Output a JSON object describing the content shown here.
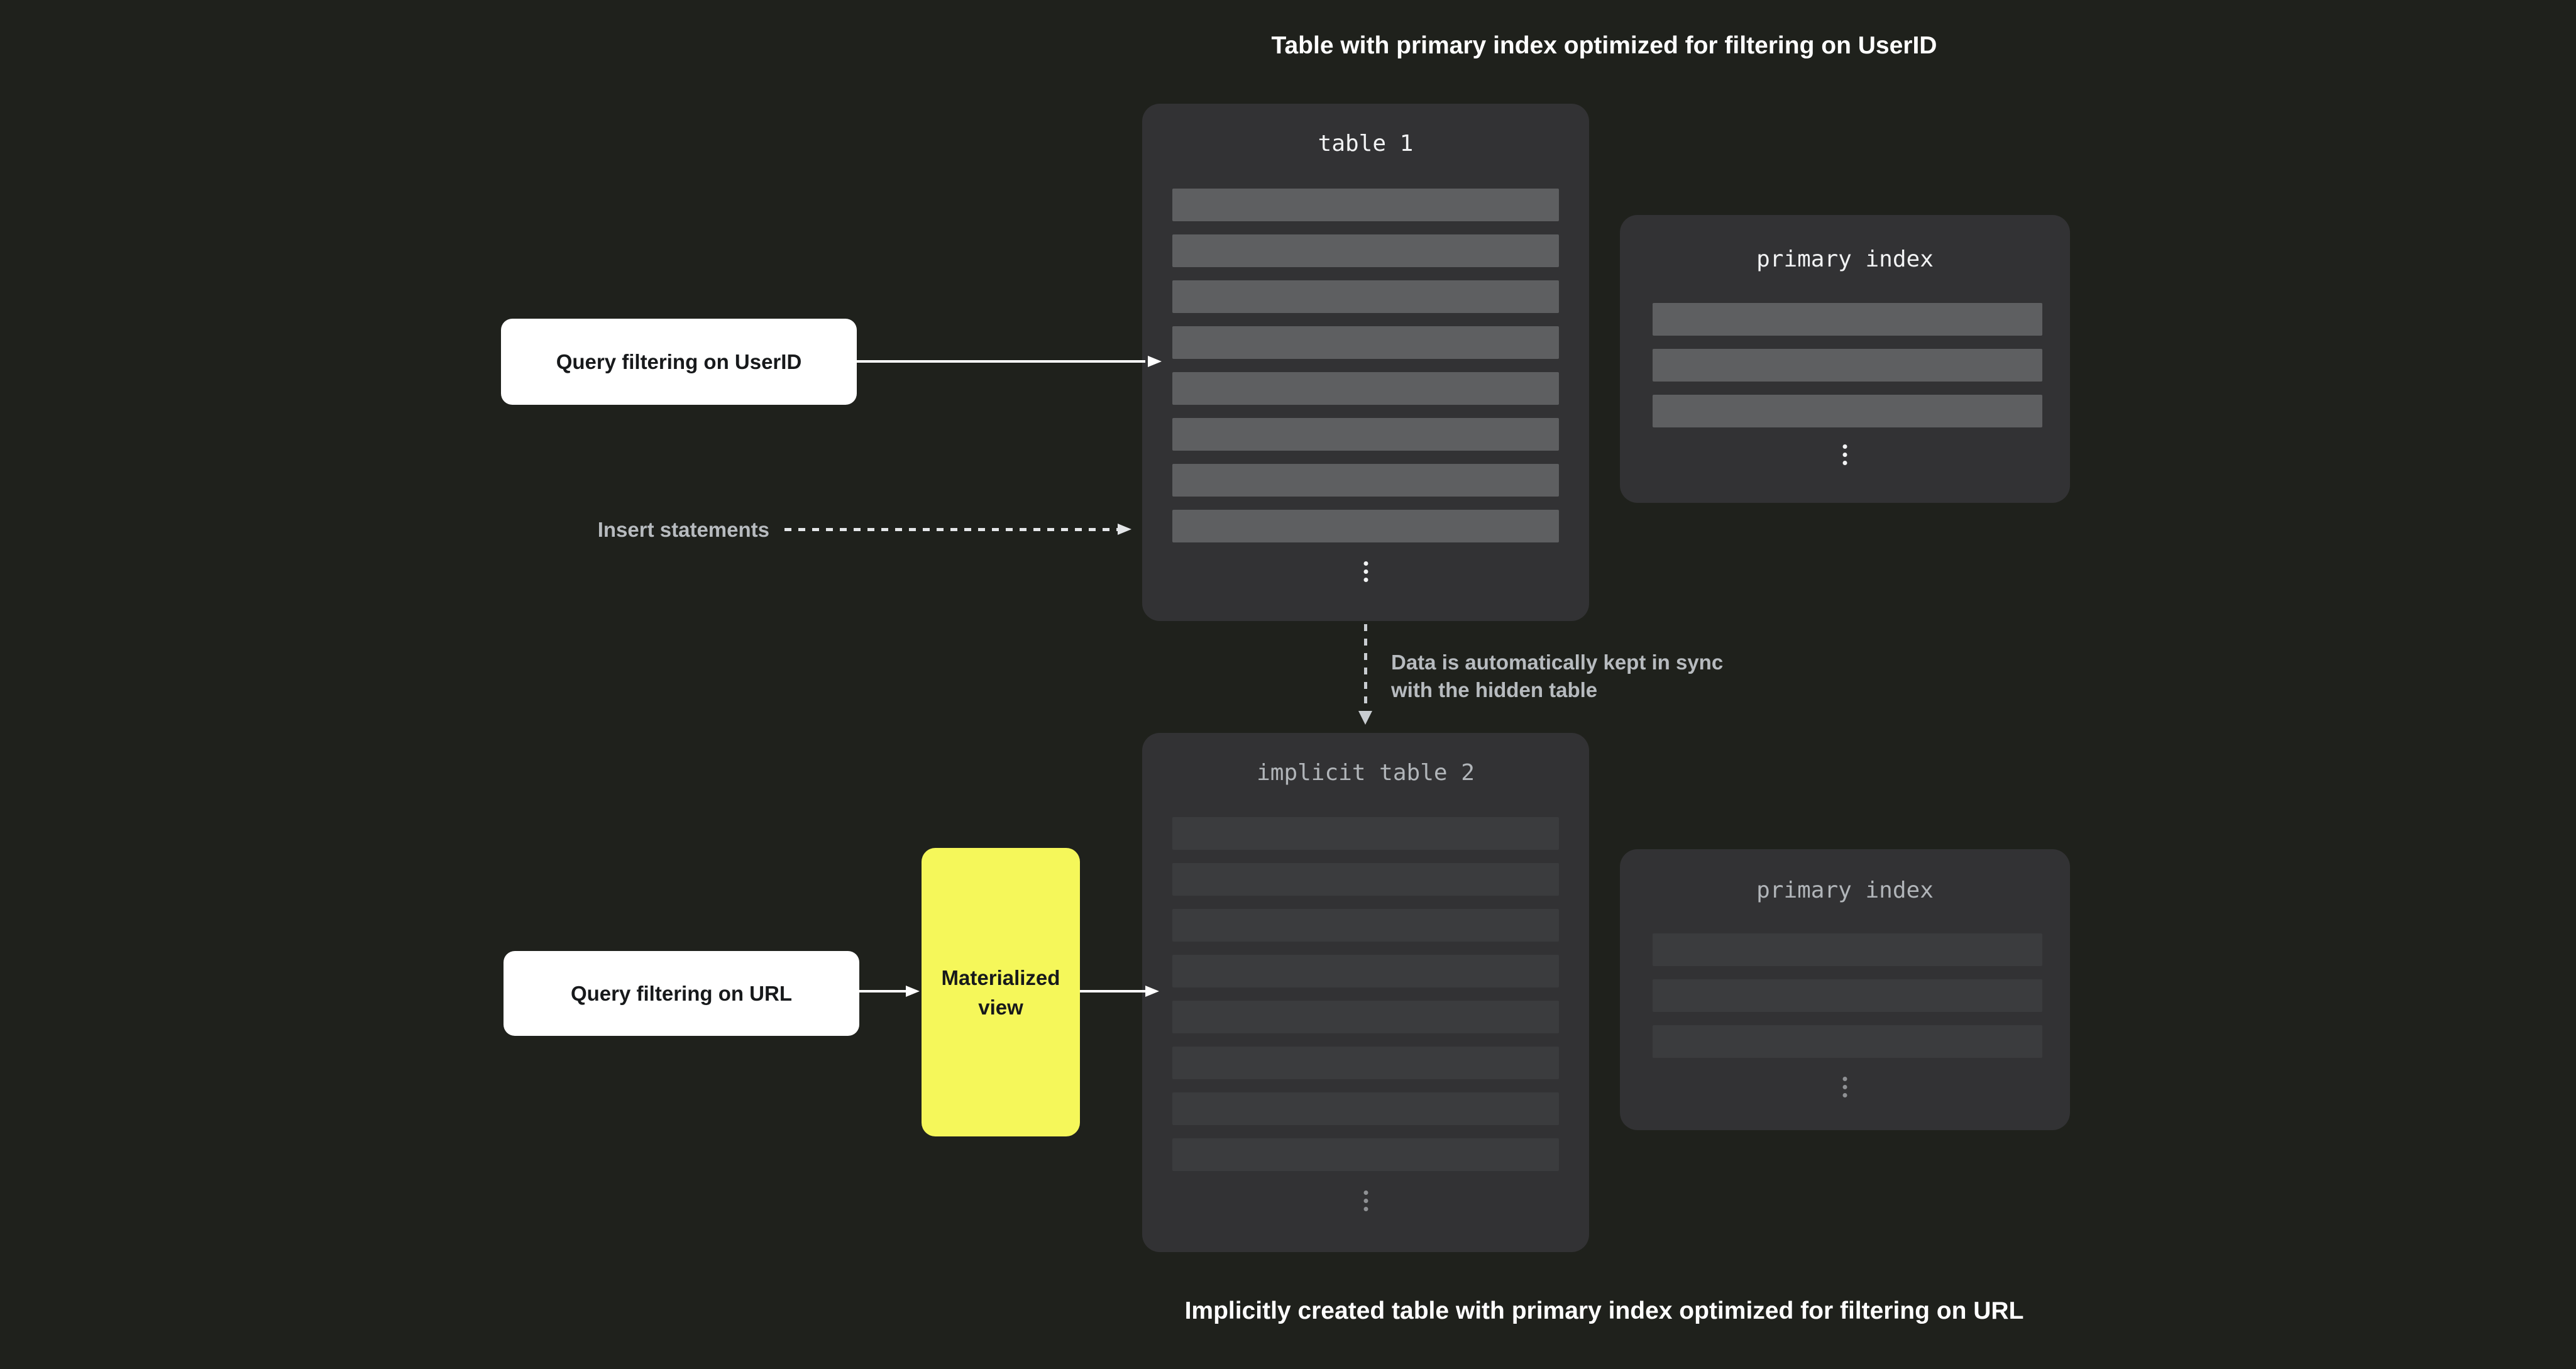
{
  "captions": {
    "top": "Table with primary index optimized for filtering on UserID",
    "bottom": "Implicitly created table with primary index optimized for filtering on URL"
  },
  "cards": {
    "table1": {
      "title": "table 1",
      "row_count": 8
    },
    "index1": {
      "title": "primary index",
      "row_count": 3
    },
    "table2": {
      "title": "implicit table 2",
      "row_count": 8
    },
    "index2": {
      "title": "primary index",
      "row_count": 3
    }
  },
  "nodes": {
    "query_userid": {
      "label": "Query filtering on UserID"
    },
    "query_url": {
      "label": "Query filtering on URL"
    },
    "materialized_view": {
      "label": "Materialized view"
    }
  },
  "annotations": {
    "insert_statements": "Insert statements",
    "sync_line1": "Data is automatically kept in sync",
    "sync_line2": "with the hidden table"
  },
  "colors": {
    "page-bg": "#1f211c",
    "card-bg": "#323234",
    "row-bright": "#5e5f61",
    "row-dim": "#3b3c3e",
    "title-bright": "#f2f3f4",
    "title-dim": "#b1b5b9",
    "muted-text": "#b7bbbf",
    "accent-yellow": "#f5f75a",
    "arrow-white": "#ffffff",
    "dash": "#e4e6e8",
    "vdash": "#c9cdd1",
    "dot-bright": "#f2f3f4",
    "dot-dim": "#8f9194",
    "ink": "#17191b"
  }
}
